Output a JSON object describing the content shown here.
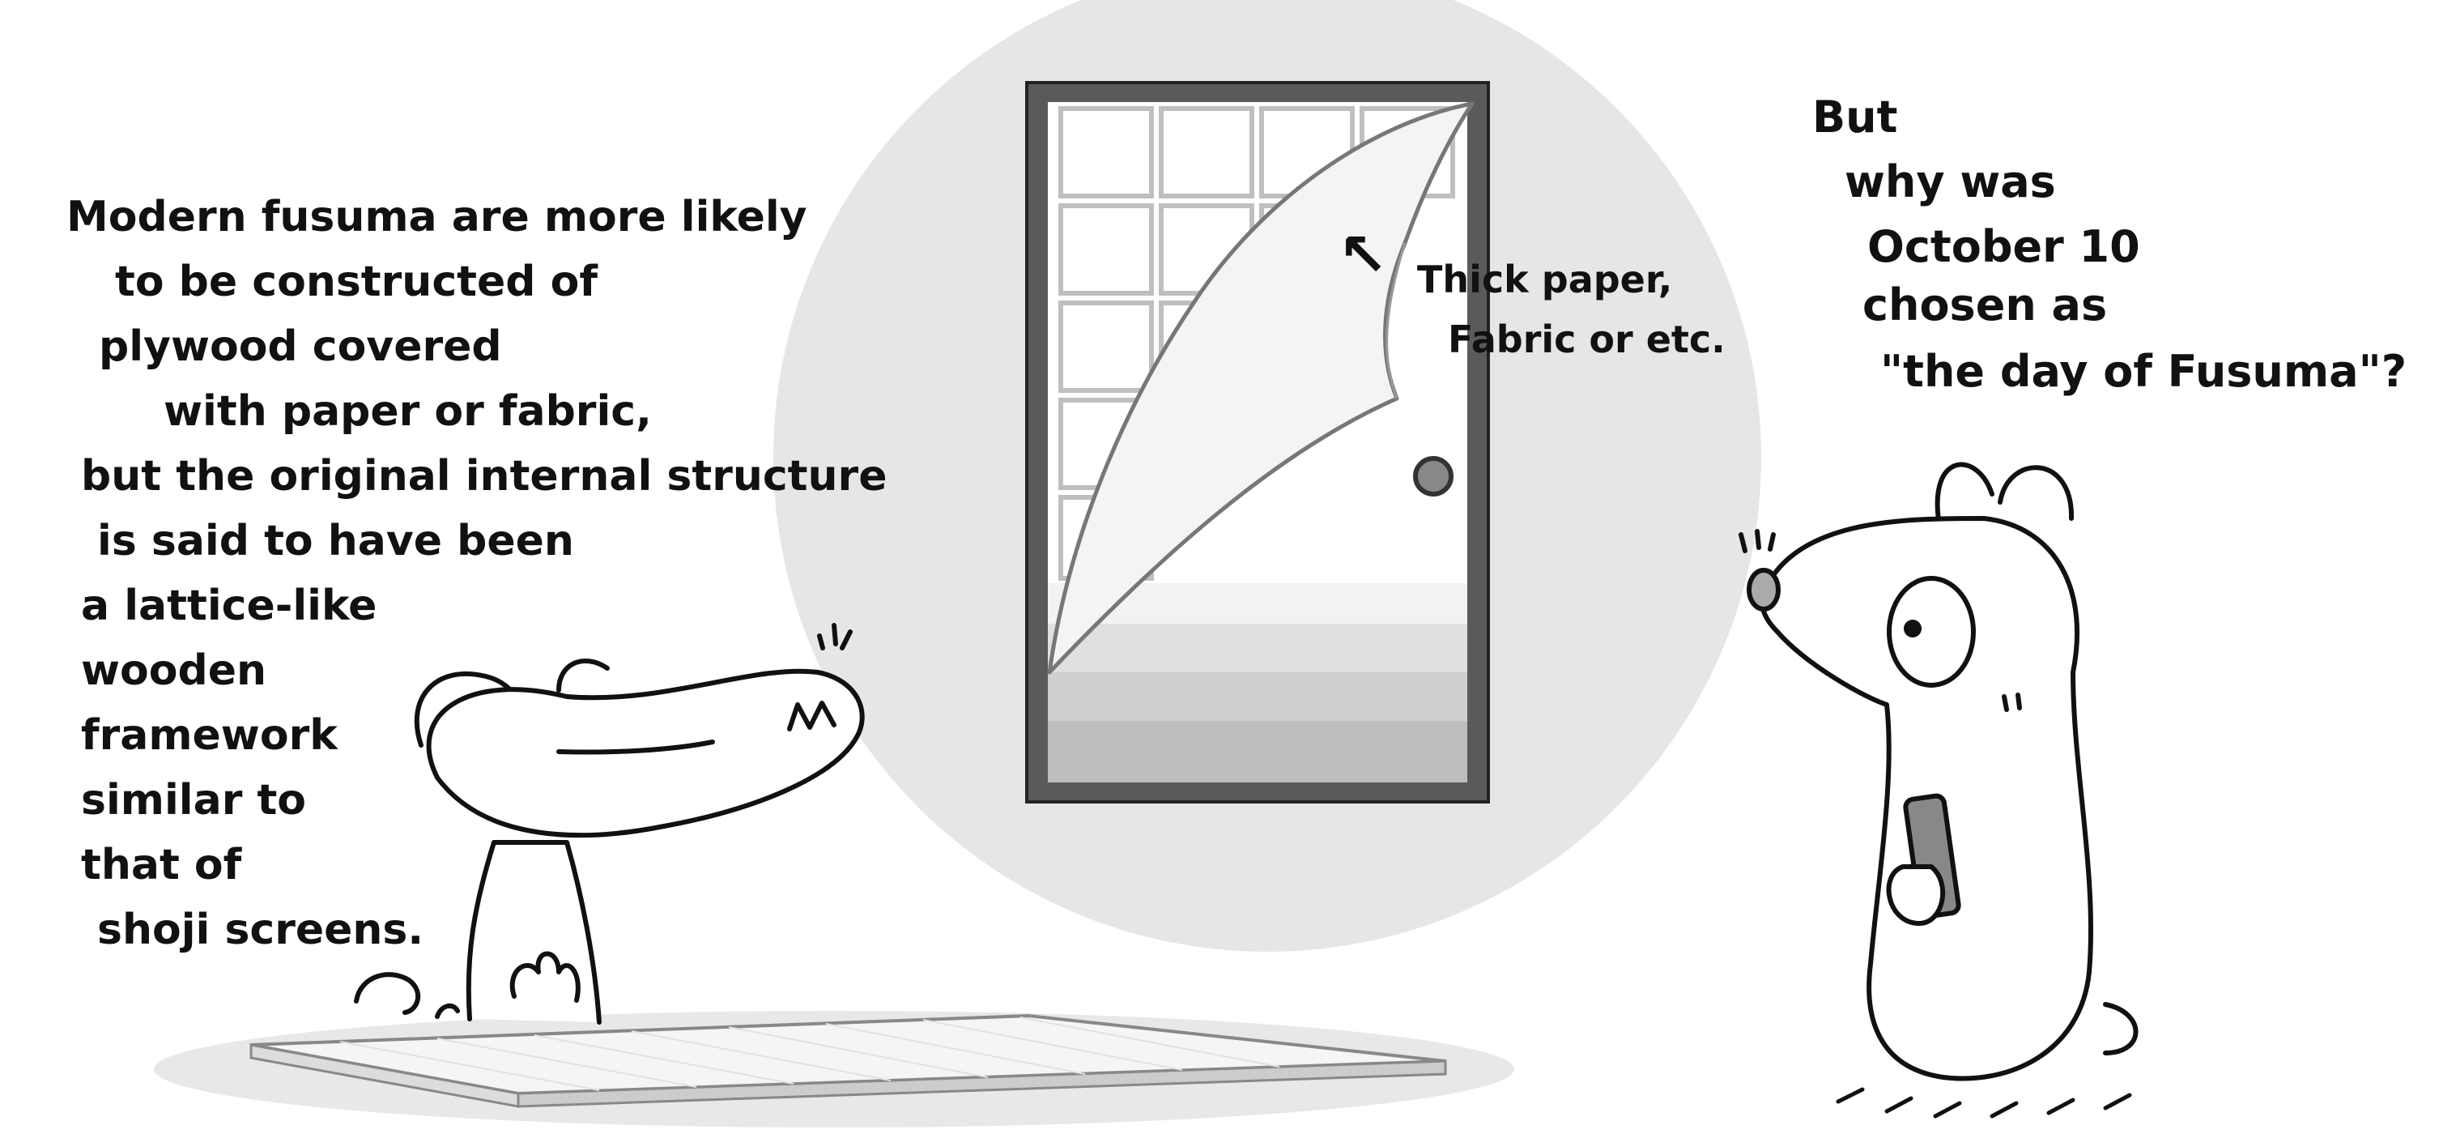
{
  "left_narration": {
    "lines": [
      "Modern fusuma are more likely",
      "to be constructed of",
      "plywood covered",
      "with paper or fabric,",
      "but the original internal structure",
      "is said to have been",
      "a lattice-like",
      "wooden",
      "framework",
      "similar to",
      "that of",
      "shoji screens."
    ]
  },
  "door_callout": {
    "arrow": "↖",
    "lines": [
      "Thick paper,",
      "Fabric or etc."
    ]
  },
  "right_question": {
    "lines": [
      "But",
      "why was",
      "October 10",
      "chosen as",
      "\"the day of Fusuma\"?"
    ]
  },
  "colors": {
    "ink": "#111111",
    "circle_bg": "#e6e6e6",
    "door_frame": "#5a5a5a",
    "floor_shadow": "#e8e8e8"
  }
}
